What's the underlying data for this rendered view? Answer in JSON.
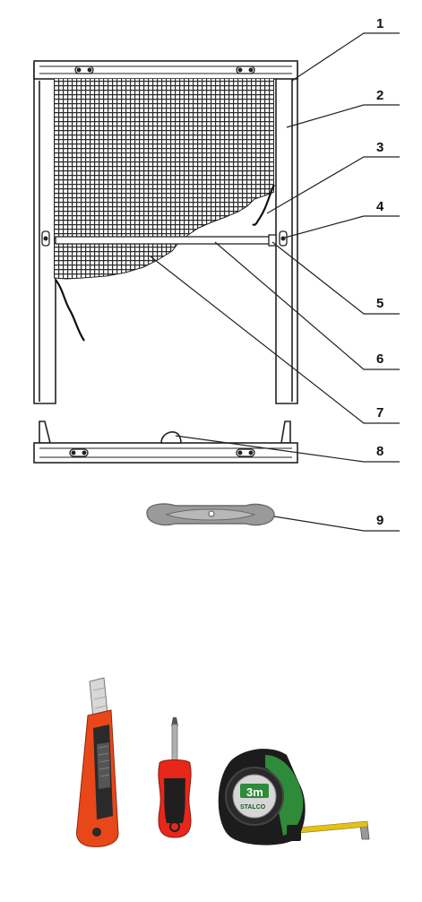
{
  "diagram": {
    "callouts": [
      {
        "id": "1",
        "label": "1"
      },
      {
        "id": "2",
        "label": "2"
      },
      {
        "id": "3",
        "label": "3"
      },
      {
        "id": "4",
        "label": "4"
      },
      {
        "id": "5",
        "label": "5"
      },
      {
        "id": "6",
        "label": "6"
      },
      {
        "id": "7",
        "label": "7"
      },
      {
        "id": "8",
        "label": "8"
      },
      {
        "id": "9",
        "label": "9"
      }
    ],
    "tools": {
      "tape_measure": {
        "length_text": "3m",
        "brand_text": "STALCO"
      }
    }
  },
  "colors": {
    "line": "#222222",
    "frame_fill": "#ffffff",
    "mesh": "#2a2a2a",
    "gasket": "#9a9a9a",
    "knife_orange": "#e8471a",
    "tape_green": "#2f8a3a",
    "tape_body": "#1c1c1c",
    "tape_blade": "#e2c21a"
  }
}
